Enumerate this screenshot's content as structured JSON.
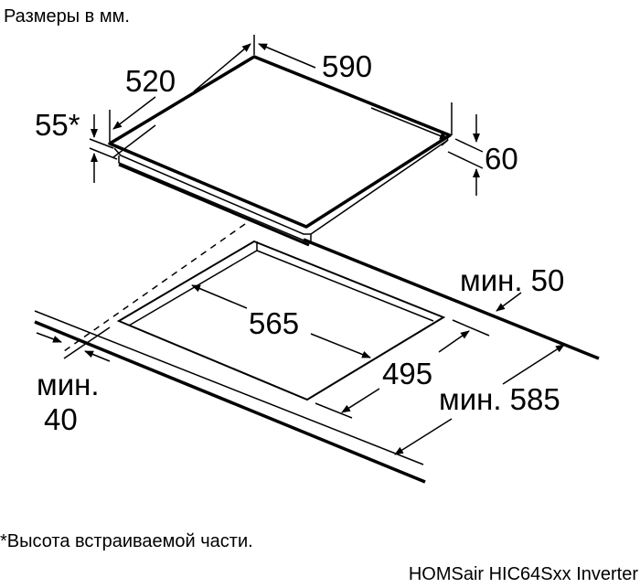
{
  "header": {
    "title": "Размеры в мм."
  },
  "hob": {
    "depth": "520",
    "width": "590",
    "built_in_height": "55*",
    "height": "60"
  },
  "cutout": {
    "width": "565",
    "depth": "495",
    "min_back": "мин. 50",
    "min_countertop_depth": "мин. 585",
    "min_front_label": "мин.",
    "min_front_value": "40"
  },
  "footnote": "*Высота встраиваемой части.",
  "model": "HOMSair HIC64Sxx Inverter"
}
